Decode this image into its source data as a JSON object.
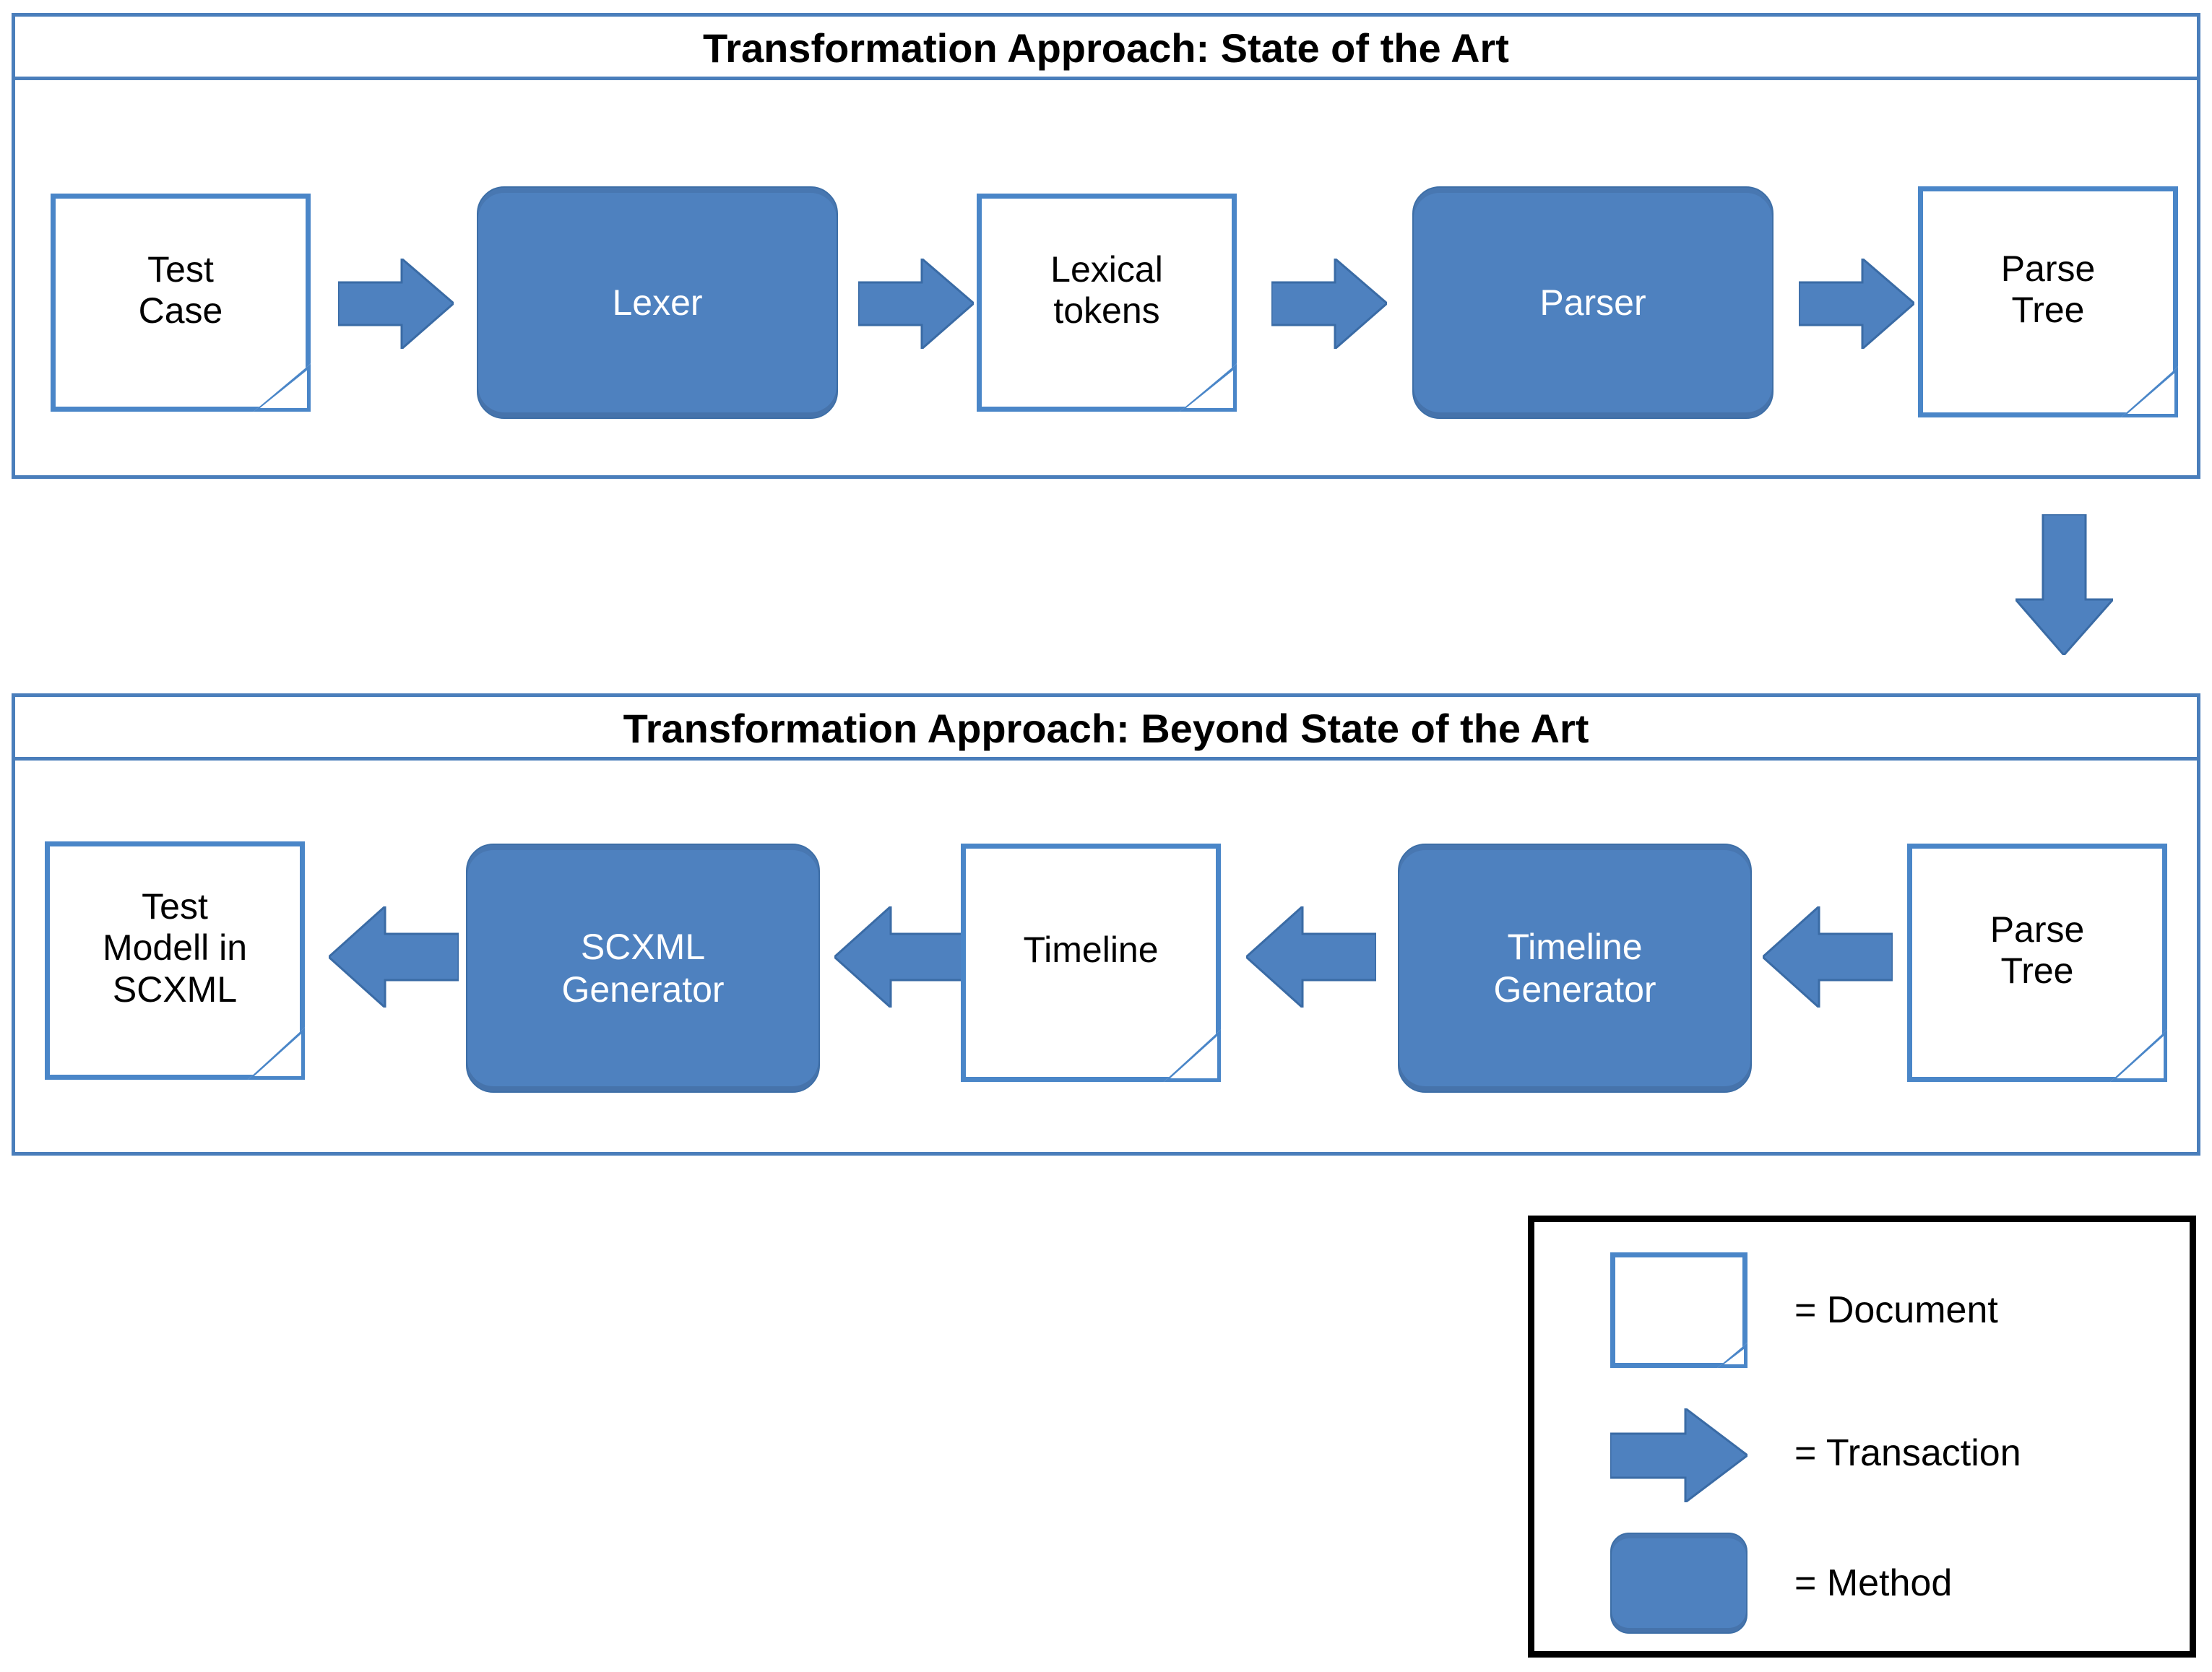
{
  "diagram": {
    "panels": [
      {
        "id": "state-of-the-art",
        "title": "Transformation Approach: State of the Art",
        "nodes": [
          {
            "id": "test-case",
            "type": "document",
            "label": "Test\nCase"
          },
          {
            "id": "lexer",
            "type": "method",
            "label": "Lexer"
          },
          {
            "id": "lexical-tokens",
            "type": "document",
            "label": "Lexical\ntokens"
          },
          {
            "id": "parser",
            "type": "method",
            "label": "Parser"
          },
          {
            "id": "parse-tree",
            "type": "document",
            "label": "Parse\nTree"
          }
        ],
        "arrows": [
          "right",
          "right",
          "right",
          "right"
        ]
      },
      {
        "id": "beyond-state-of-the-art",
        "title": "Transformation Approach: Beyond State of the Art",
        "nodes": [
          {
            "id": "test-modell-scxml",
            "type": "document",
            "label": "Test\nModell in\nSCXML"
          },
          {
            "id": "scxml-generator",
            "type": "method",
            "label": "SCXML\nGenerator"
          },
          {
            "id": "timeline",
            "type": "document",
            "label": "Timeline"
          },
          {
            "id": "timeline-generator",
            "type": "method",
            "label": "Timeline\nGenerator"
          },
          {
            "id": "parse-tree-2",
            "type": "document",
            "label": "Parse\nTree"
          }
        ],
        "arrows": [
          "left",
          "left",
          "left",
          "left"
        ]
      }
    ],
    "connector": {
      "direction": "down"
    }
  },
  "legend": {
    "items": [
      {
        "shape": "document",
        "label": "= Document"
      },
      {
        "shape": "transaction",
        "label": "= Transaction"
      },
      {
        "shape": "method",
        "label": "= Method"
      }
    ]
  },
  "colors": {
    "method_fill": "#4E81BF",
    "document_border": "#4A86C8",
    "panel_border": "#4A7EBB",
    "arrow_fill": "#4E81BF",
    "legend_border": "#000000",
    "text": "#000000",
    "method_text": "#FFFFFF"
  }
}
